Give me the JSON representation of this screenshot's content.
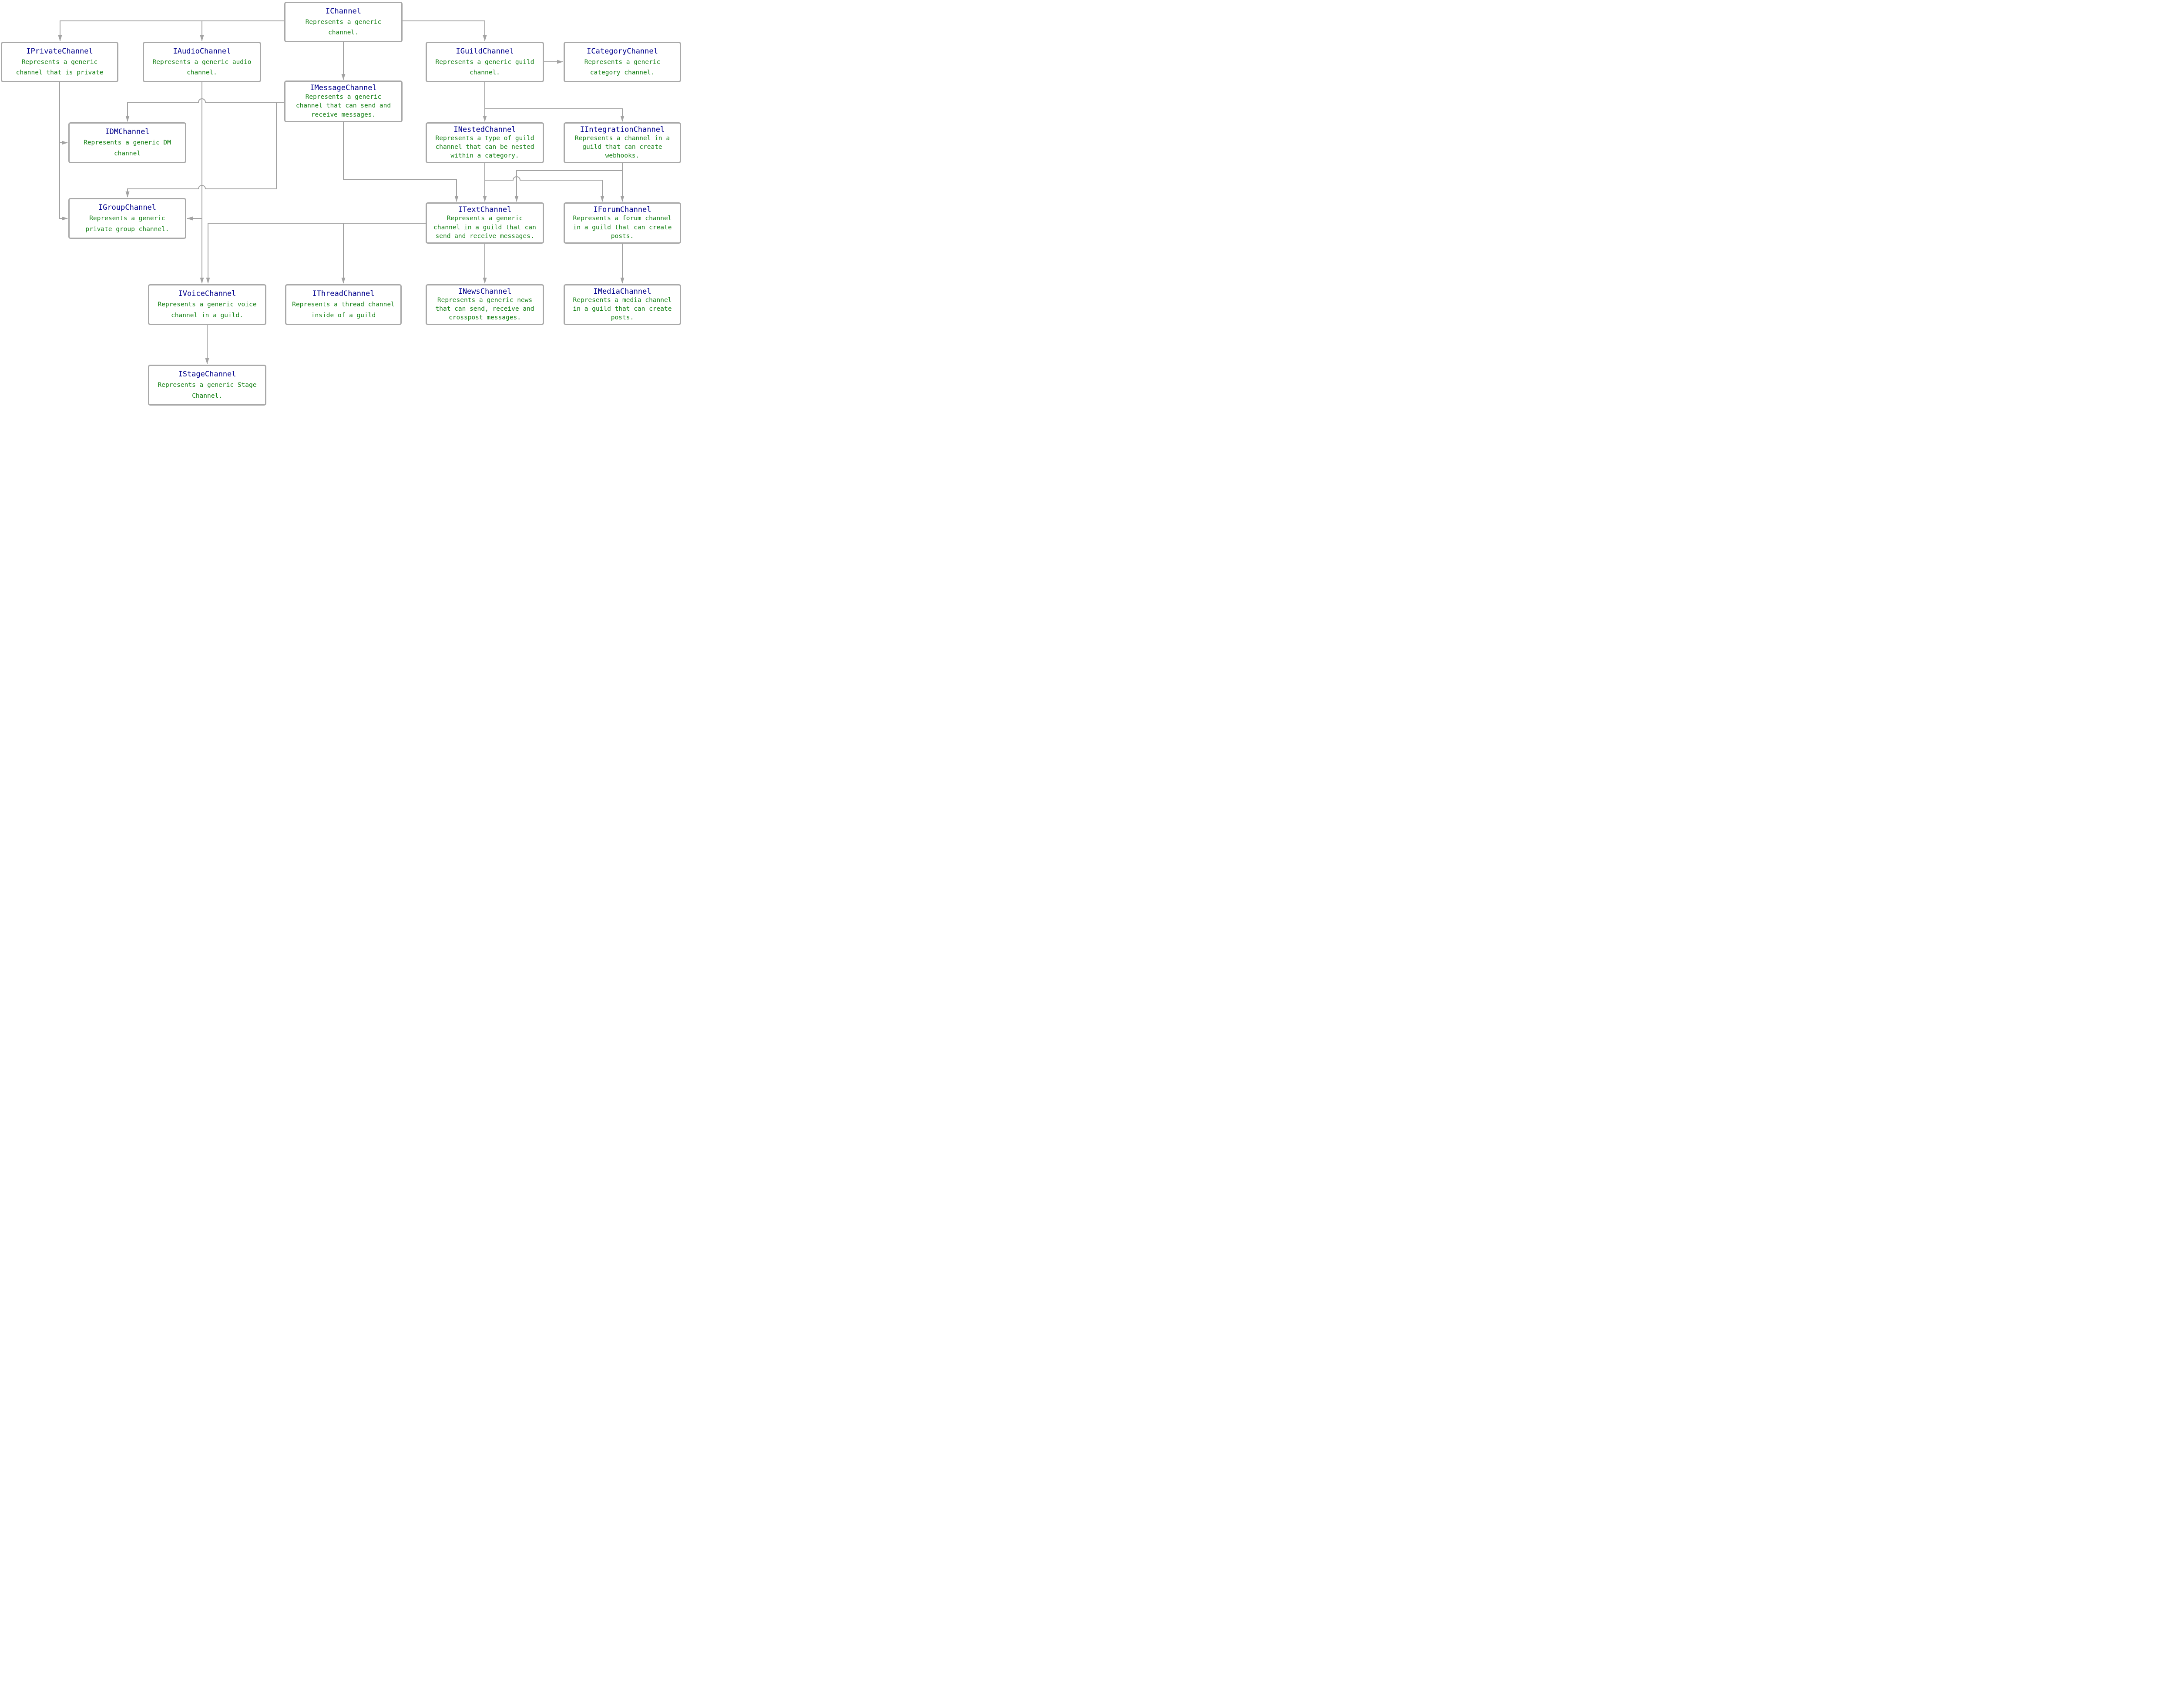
{
  "colors": {
    "title": "#00008B",
    "description": "#178217",
    "box_border": "#a9a9a9",
    "connector": "#a3a3a3",
    "background": "#ffffff"
  },
  "nodes": [
    {
      "id": "IChannel",
      "title": "IChannel",
      "description": "Represents a generic channel.",
      "lines": [
        "Represents a generic",
        "channel."
      ]
    },
    {
      "id": "IPrivateChannel",
      "title": "IPrivateChannel",
      "description": "Represents a generic channel that is private",
      "lines": [
        "Represents a generic",
        "channel that is private"
      ]
    },
    {
      "id": "IAudioChannel",
      "title": "IAudioChannel",
      "description": "Represents a generic audio channel.",
      "lines": [
        "Represents a generic audio",
        "channel."
      ]
    },
    {
      "id": "IGuildChannel",
      "title": "IGuildChannel",
      "description": "Represents a generic guild channel.",
      "lines": [
        "Represents a generic guild",
        "channel."
      ]
    },
    {
      "id": "ICategoryChannel",
      "title": "ICategoryChannel",
      "description": "Represents a generic category channel.",
      "lines": [
        "Represents a generic",
        "category channel."
      ]
    },
    {
      "id": "IMessageChannel",
      "title": "IMessageChannel",
      "description": "Represents a generic channel that can send and receive messages.",
      "lines": [
        "Represents a generic",
        "channel that can send and",
        "receive messages."
      ]
    },
    {
      "id": "IDMChannel",
      "title": "IDMChannel",
      "description": "Represents a generic DM channel",
      "lines": [
        "Represents a generic DM",
        "channel"
      ]
    },
    {
      "id": "INestedChannel",
      "title": "INestedChannel",
      "description": "Represents a type of guild channel that can be nested within a category.",
      "lines": [
        "Represents a type of guild",
        "channel that can be nested",
        "within a category."
      ]
    },
    {
      "id": "IIntegrationChannel",
      "title": "IIntegrationChannel",
      "description": "Represents a channel in a guild that can create webhooks.",
      "lines": [
        "Represents a channel in a",
        "guild that can create",
        "webhooks."
      ]
    },
    {
      "id": "IGroupChannel",
      "title": "IGroupChannel",
      "description": "Represents a generic private group channel.",
      "lines": [
        "Represents a generic",
        "private group channel."
      ]
    },
    {
      "id": "ITextChannel",
      "title": "ITextChannel",
      "description": "Represents a generic channel in a guild that can send and receive messages.",
      "lines": [
        "Represents a generic",
        "channel in a guild that can",
        "send and receive messages."
      ]
    },
    {
      "id": "IForumChannel",
      "title": "IForumChannel",
      "description": "Represents a forum channel in a guild that can create posts.",
      "lines": [
        "Represents a forum channel",
        "in a guild that can create",
        "posts."
      ]
    },
    {
      "id": "IVoiceChannel",
      "title": "IVoiceChannel",
      "description": "Represents a generic voice channel in a guild.",
      "lines": [
        "Represents a generic voice",
        "channel in a guild."
      ]
    },
    {
      "id": "IThreadChannel",
      "title": "IThreadChannel",
      "description": "Represents a thread channel inside of a guild",
      "lines": [
        "Represents a thread channel",
        "inside of a guild"
      ]
    },
    {
      "id": "INewsChannel",
      "title": "INewsChannel",
      "description": "Represents a generic news that can send, receive and crosspost messages.",
      "lines": [
        "Represents a generic news",
        "that can send, receive and",
        "crosspost messages."
      ]
    },
    {
      "id": "IMediaChannel",
      "title": "IMediaChannel",
      "description": "Represents a media channel in a guild that can create posts.",
      "lines": [
        "Represents a media channel",
        "in a guild that can create",
        "posts."
      ]
    },
    {
      "id": "IStageChannel",
      "title": "IStageChannel",
      "description": "Represents a generic Stage Channel.",
      "lines": [
        "Represents a generic Stage",
        "Channel."
      ]
    }
  ],
  "edges": [
    {
      "from": "IChannel",
      "to": "IPrivateChannel"
    },
    {
      "from": "IChannel",
      "to": "IAudioChannel"
    },
    {
      "from": "IChannel",
      "to": "IGuildChannel"
    },
    {
      "from": "IChannel",
      "to": "IMessageChannel"
    },
    {
      "from": "IGuildChannel",
      "to": "ICategoryChannel"
    },
    {
      "from": "IGuildChannel",
      "to": "INestedChannel"
    },
    {
      "from": "IGuildChannel",
      "to": "IIntegrationChannel"
    },
    {
      "from": "IPrivateChannel",
      "to": "IDMChannel"
    },
    {
      "from": "IPrivateChannel",
      "to": "IGroupChannel"
    },
    {
      "from": "IMessageChannel",
      "to": "IDMChannel"
    },
    {
      "from": "IMessageChannel",
      "to": "IGroupChannel"
    },
    {
      "from": "IMessageChannel",
      "to": "ITextChannel"
    },
    {
      "from": "IAudioChannel",
      "to": "IGroupChannel"
    },
    {
      "from": "IAudioChannel",
      "to": "IVoiceChannel"
    },
    {
      "from": "INestedChannel",
      "to": "ITextChannel"
    },
    {
      "from": "INestedChannel",
      "to": "IForumChannel"
    },
    {
      "from": "IIntegrationChannel",
      "to": "ITextChannel"
    },
    {
      "from": "IIntegrationChannel",
      "to": "IForumChannel"
    },
    {
      "from": "ITextChannel",
      "to": "IVoiceChannel"
    },
    {
      "from": "ITextChannel",
      "to": "IThreadChannel"
    },
    {
      "from": "ITextChannel",
      "to": "INewsChannel"
    },
    {
      "from": "IForumChannel",
      "to": "IMediaChannel"
    },
    {
      "from": "IVoiceChannel",
      "to": "IStageChannel"
    }
  ]
}
